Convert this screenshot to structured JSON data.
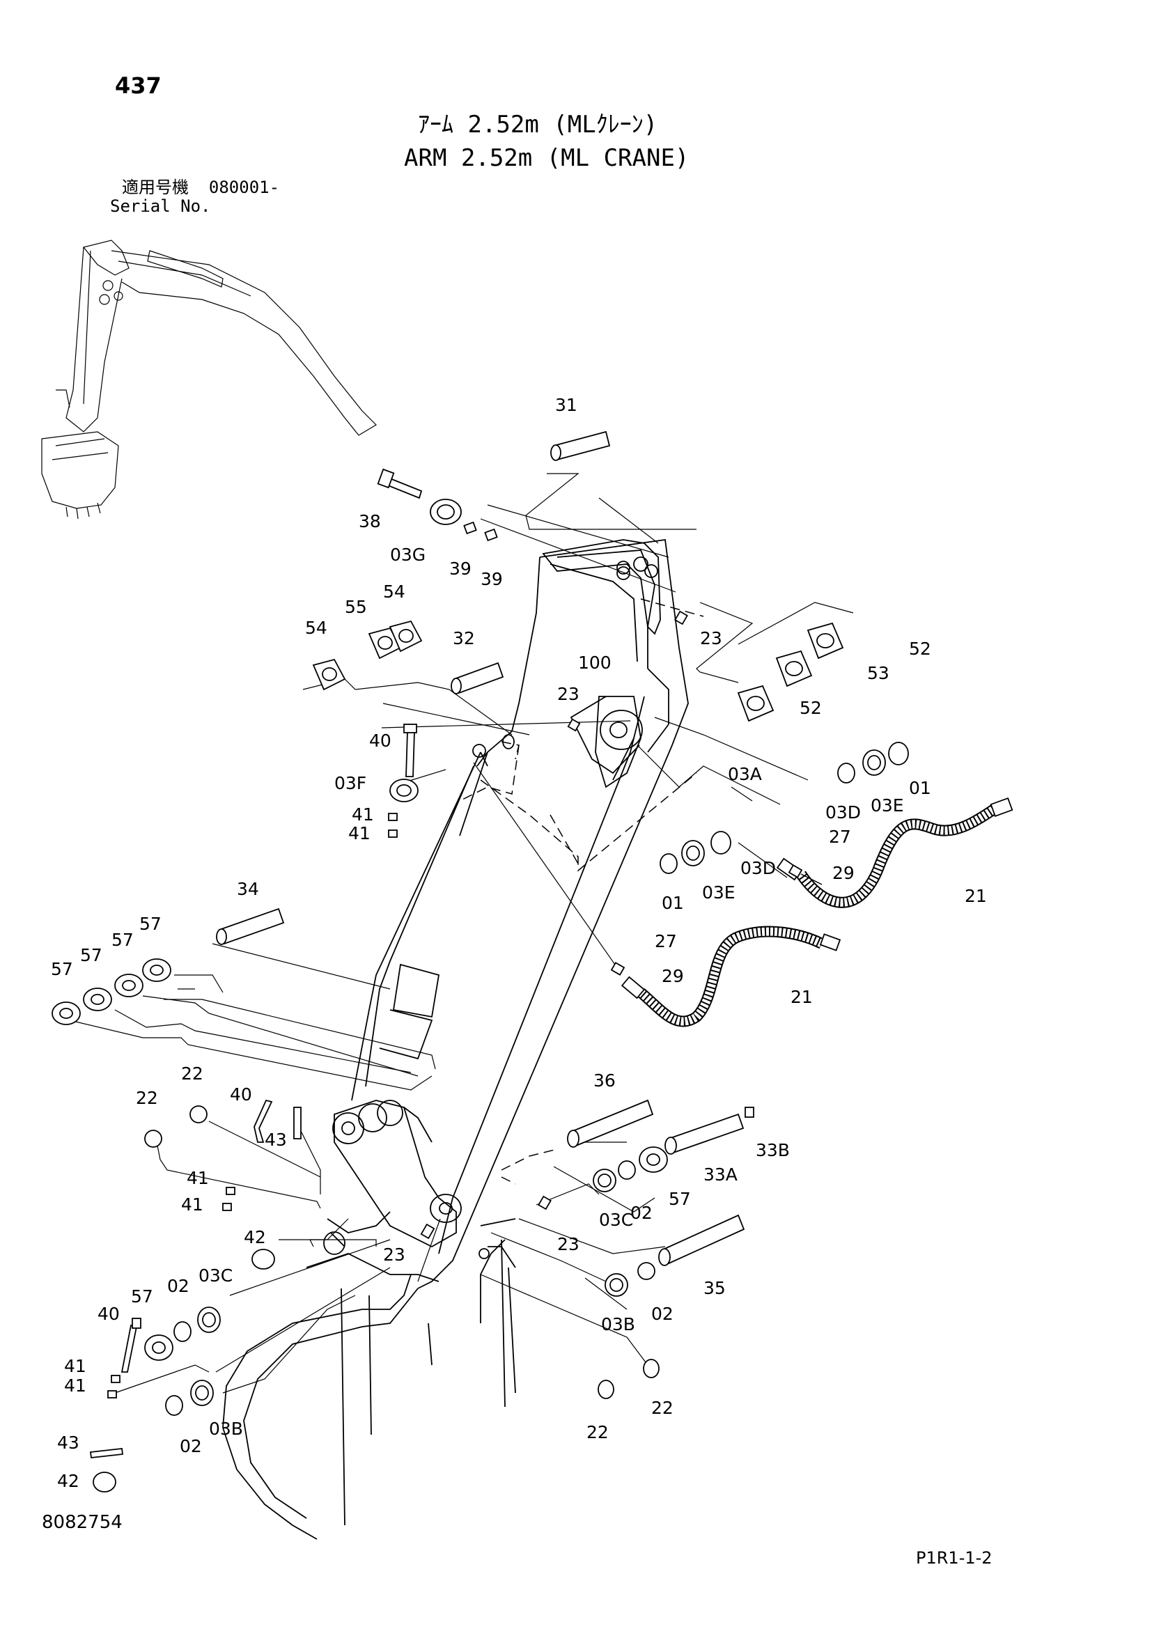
{
  "page_number": "437",
  "title_jp": "ｱｰﾑ 2.52m (MLｸﾚｰﾝ)",
  "title_en": "ARM 2.52m (ML CRANE)",
  "serial_label_jp": "適用号機",
  "serial_value": "080001-",
  "serial_label_en": "Serial No.",
  "doc_code": "8082754",
  "page_code": "P1R1-1-2",
  "callouts": [
    {
      "id": "c31",
      "label": "31"
    },
    {
      "id": "c38",
      "label": "38"
    },
    {
      "id": "c03G",
      "label": "03G"
    },
    {
      "id": "c39a",
      "label": "39"
    },
    {
      "id": "c39b",
      "label": "39"
    },
    {
      "id": "c23a",
      "label": "23"
    },
    {
      "id": "c52a",
      "label": "52"
    },
    {
      "id": "c53",
      "label": "53"
    },
    {
      "id": "c52b",
      "label": "52"
    },
    {
      "id": "c55",
      "label": "55"
    },
    {
      "id": "c54a",
      "label": "54"
    },
    {
      "id": "c54b",
      "label": "54"
    },
    {
      "id": "c32",
      "label": "32"
    },
    {
      "id": "c100",
      "label": "100"
    },
    {
      "id": "c23b",
      "label": "23"
    },
    {
      "id": "c40a",
      "label": "40"
    },
    {
      "id": "c03F",
      "label": "03F"
    },
    {
      "id": "c41a",
      "label": "41"
    },
    {
      "id": "c41b",
      "label": "41"
    },
    {
      "id": "c03A",
      "label": "03A"
    },
    {
      "id": "c03Da",
      "label": "03D"
    },
    {
      "id": "c03Ea",
      "label": "03E"
    },
    {
      "id": "c01a",
      "label": "01"
    },
    {
      "id": "c01b",
      "label": "01"
    },
    {
      "id": "c03Eb",
      "label": "03E"
    },
    {
      "id": "c03Db",
      "label": "03D"
    },
    {
      "id": "c27a",
      "label": "27"
    },
    {
      "id": "c29a",
      "label": "29"
    },
    {
      "id": "c21a",
      "label": "21"
    },
    {
      "id": "c34",
      "label": "34"
    },
    {
      "id": "c57a",
      "label": "57"
    },
    {
      "id": "c57b",
      "label": "57"
    },
    {
      "id": "c57c",
      "label": "57"
    },
    {
      "id": "c57d",
      "label": "57"
    },
    {
      "id": "c27b",
      "label": "27"
    },
    {
      "id": "c29b",
      "label": "29"
    },
    {
      "id": "c21b",
      "label": "21"
    },
    {
      "id": "c22a",
      "label": "22"
    },
    {
      "id": "c22b",
      "label": "22"
    },
    {
      "id": "c40b",
      "label": "40"
    },
    {
      "id": "c43a",
      "label": "43"
    },
    {
      "id": "c36",
      "label": "36"
    },
    {
      "id": "c33B",
      "label": "33B"
    },
    {
      "id": "c33A",
      "label": "33A"
    },
    {
      "id": "c41c",
      "label": "41"
    },
    {
      "id": "c41d",
      "label": "41"
    },
    {
      "id": "c03Ca",
      "label": "03C"
    },
    {
      "id": "c02a",
      "label": "02"
    },
    {
      "id": "c57e",
      "label": "57"
    },
    {
      "id": "c42a",
      "label": "42"
    },
    {
      "id": "c23c",
      "label": "23"
    },
    {
      "id": "c23d",
      "label": "23"
    },
    {
      "id": "c35",
      "label": "35"
    },
    {
      "id": "c03Ba",
      "label": "03B"
    },
    {
      "id": "c02b",
      "label": "02"
    },
    {
      "id": "c57f",
      "label": "57"
    },
    {
      "id": "c02c",
      "label": "02"
    },
    {
      "id": "c03Cb",
      "label": "03C"
    },
    {
      "id": "c40c",
      "label": "40"
    },
    {
      "id": "c41e",
      "label": "41"
    },
    {
      "id": "c41f",
      "label": "41"
    },
    {
      "id": "c43b",
      "label": "43"
    },
    {
      "id": "c42b",
      "label": "42"
    },
    {
      "id": "c02d",
      "label": "02"
    },
    {
      "id": "c03Bb",
      "label": "03B"
    },
    {
      "id": "c22c",
      "label": "22"
    },
    {
      "id": "c22d",
      "label": "22"
    }
  ]
}
